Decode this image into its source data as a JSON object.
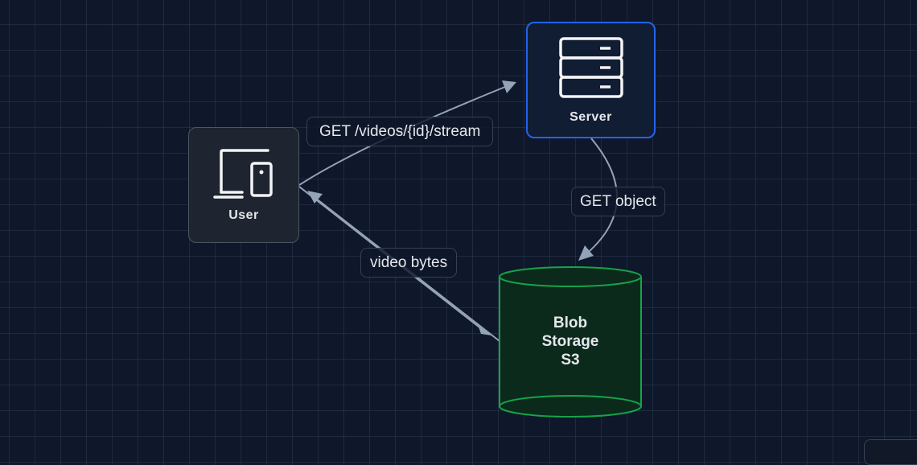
{
  "diagram": {
    "nodes": {
      "user": {
        "label": "User",
        "icon": "devices-icon"
      },
      "server": {
        "label": "Server",
        "icon": "server-icon",
        "accent": "#2563eb"
      },
      "blob": {
        "lines": [
          "Blob",
          "Storage",
          "S3"
        ],
        "shape": "cylinder",
        "accent": "#16a34a"
      }
    },
    "edges": [
      {
        "from": "user",
        "to": "server",
        "label": "GET /videos/{id}/stream"
      },
      {
        "from": "server",
        "to": "blob",
        "label": "GET object"
      },
      {
        "from": "user",
        "to": "blob",
        "label": "video bytes"
      },
      {
        "from": "blob",
        "to": "user",
        "label": ""
      }
    ]
  }
}
